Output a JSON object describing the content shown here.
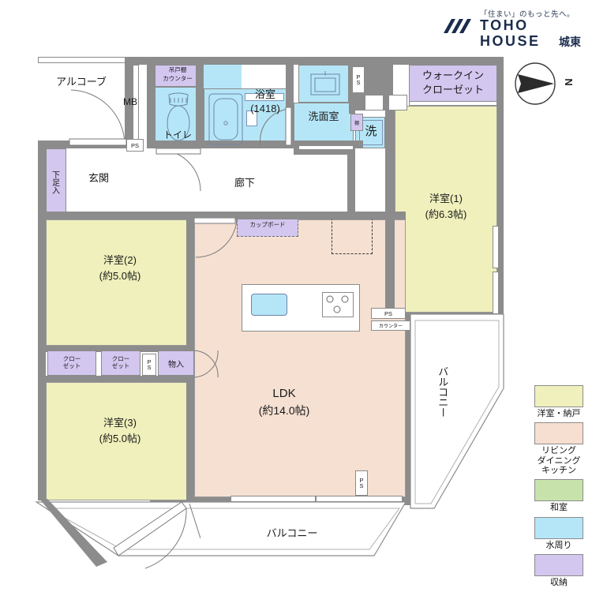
{
  "brand": {
    "tagline": "「住まい」のもっと先へ。",
    "line1": "TOHO",
    "line2": "HOUSE",
    "suffix": "城東",
    "navy": "#1b2c4d"
  },
  "compass": {
    "label": "N"
  },
  "rooms": {
    "alcove": "アルコーブ",
    "mb": "MB",
    "getsusoku": "下足入",
    "genkan": "玄関",
    "toilet": "トイレ",
    "toilet_shelf_1": "吊戸棚",
    "toilet_shelf_2": "カウンター",
    "bath": "浴室",
    "bath_size": "(1418)",
    "washroom": "洗面室",
    "washer": "洗",
    "shelf": "棚",
    "corridor": "廊下",
    "wic_1": "ウォークイン",
    "wic_2": "クローゼット",
    "room1": "洋室(1)",
    "room1_size": "(約6.3帖)",
    "room2": "洋室(2)",
    "room2_size": "(約5.0帖)",
    "room3": "洋室(3)",
    "room3_size": "(約5.0帖)",
    "ldk": "LDK",
    "ldk_size": "(約14.0帖)",
    "cupboard": "カップボード",
    "counter": "カウンター",
    "closet_a_1": "クロー",
    "closet_a_2": "ゼット",
    "closet_b_1": "クロー",
    "closet_b_2": "ゼット",
    "monoire": "物入",
    "ps": "PS",
    "ps_vertical": "P\nS",
    "balcony_right": "バルコニー",
    "balcony_bottom": "バルコニー"
  },
  "legend": {
    "items": [
      {
        "label": "洋室・納戸",
        "color": "#eff0bb"
      },
      {
        "label": "リビング\nダイニング\nキッチン",
        "color": "#f6dfd0"
      },
      {
        "label": "和室",
        "color": "#c7e3ab"
      },
      {
        "label": "水周り",
        "color": "#b5e6f7"
      },
      {
        "label": "収納",
        "color": "#d3c6ef"
      }
    ]
  },
  "colors": {
    "youshitsu": "#eff0bb",
    "ldk": "#f5e0d2",
    "washitsu": "#c7e3ab",
    "mizumawari": "#b5e6f7",
    "shuunou": "#d3c6ef",
    "wall": "#8c8c8c",
    "white": "#ffffff"
  }
}
